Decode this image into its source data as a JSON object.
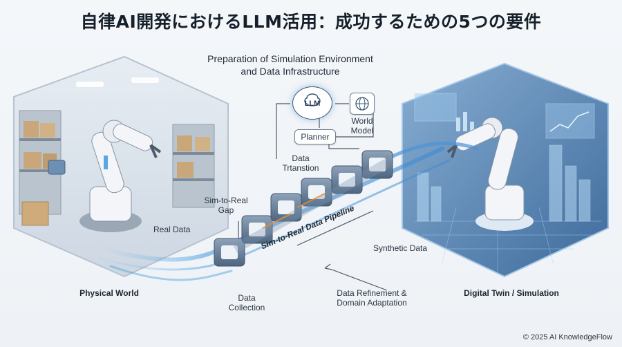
{
  "title": "自律AI開発におけるLLM活用：成功するための5つの要件",
  "subtitle": {
    "line1": "Preparation of Simulation Environment",
    "line2": "and Data Infrastructure"
  },
  "nodes": {
    "llm": "LLM",
    "planner": "Planner",
    "world_model_line1": "World",
    "world_model_line2": "Model"
  },
  "labels": {
    "physical_world": "Physical World",
    "digital_twin": "Digital Twin / Simulation",
    "real_data": "Real Data",
    "sim_to_real_gap_line1": "Sim-to-Real",
    "sim_to_real_gap_line2": "Gap",
    "data_transition_line1": "Data",
    "data_transition_line2": "Trtanstion",
    "pipeline": "Sim-to-Real Data Pipeline",
    "synthetic_data": "Synthetic Data",
    "data_refinement_line1": "Data Refinement &",
    "data_refinement_line2": "Domain Adaptation",
    "data_collection_line1": "Data",
    "data_collection_line2": "Collection"
  },
  "copyright": "© 2025 AI KnowledgeFlow",
  "colors": {
    "accent_blue": "#4f8fd0",
    "pipeline_steel": "#5f7690",
    "digital_glow": "#6fb6e8",
    "warehouse_bg": "#dfe6ee"
  }
}
